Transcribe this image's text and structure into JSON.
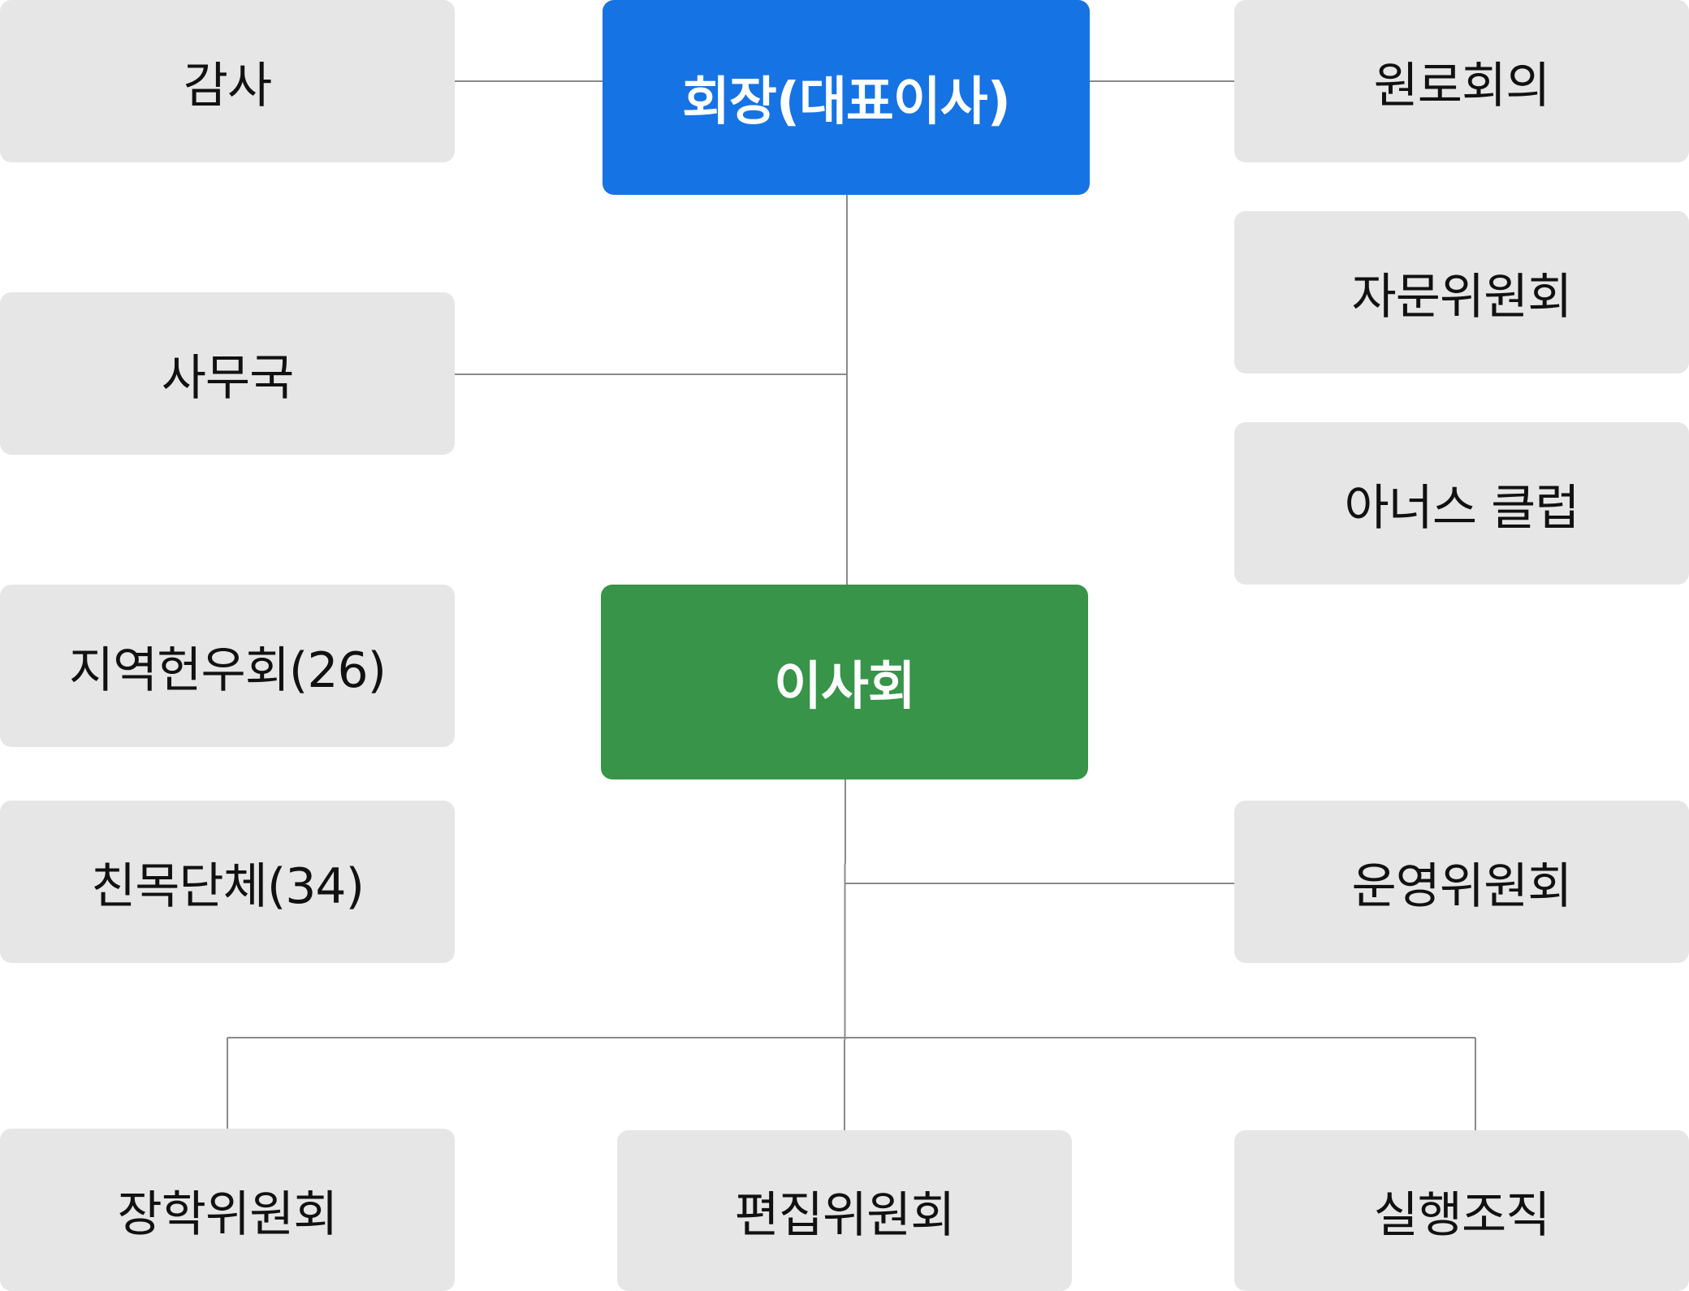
{
  "org_chart": {
    "president": "회장(대표이사)",
    "audit": "감사",
    "elders_council": "원로회의",
    "advisory_committee": "자문위원회",
    "honors_club": "아너스 클럽",
    "secretariat": "사무국",
    "board": "이사회",
    "regional_associations": "지역헌우회(26)",
    "friendship_groups": "친목단체(34)",
    "operations_committee": "운영위원회",
    "scholarship_committee": "장학위원회",
    "editorial_committee": "편집위원회",
    "executive_organization": "실행조직"
  },
  "colors": {
    "president_fill": "#1673e4",
    "board_fill": "#379448",
    "node_fill": "#e6e6e6",
    "connector": "#8a8a8a"
  }
}
